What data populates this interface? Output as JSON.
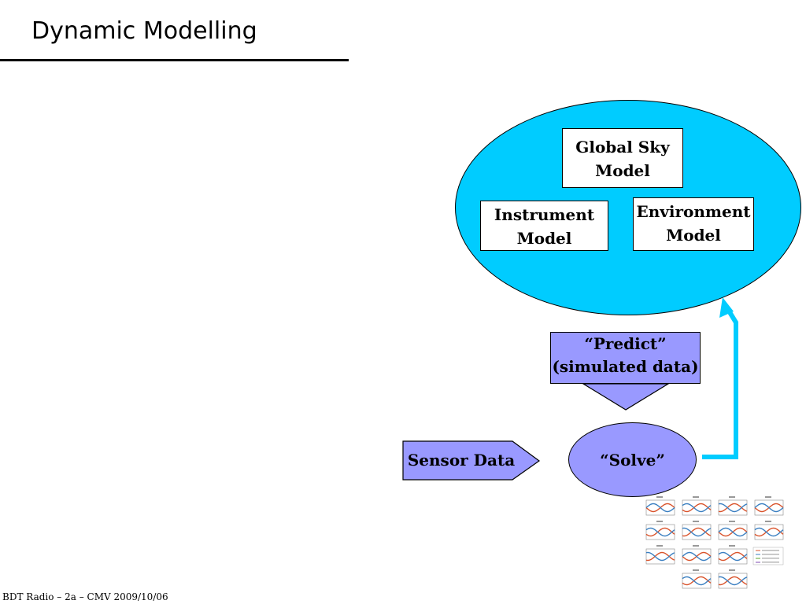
{
  "header": {
    "title": "Dynamic Modelling"
  },
  "model": {
    "global_sky": [
      "Global Sky",
      "Model"
    ],
    "instrument": [
      "Instrument",
      "Model"
    ],
    "environment": [
      "Environment",
      "Model"
    ]
  },
  "flow": {
    "predict": [
      "“Predict”",
      "(simulated data)"
    ],
    "solve": "“Solve”",
    "sensor": "Sensor Data"
  },
  "colors": {
    "model_fill": "#00ccff",
    "process_fill": "#9999ff",
    "loop_arrow": "#00ccff"
  },
  "footer": "BDT Radio – 2a – CMV 2009/10/06"
}
